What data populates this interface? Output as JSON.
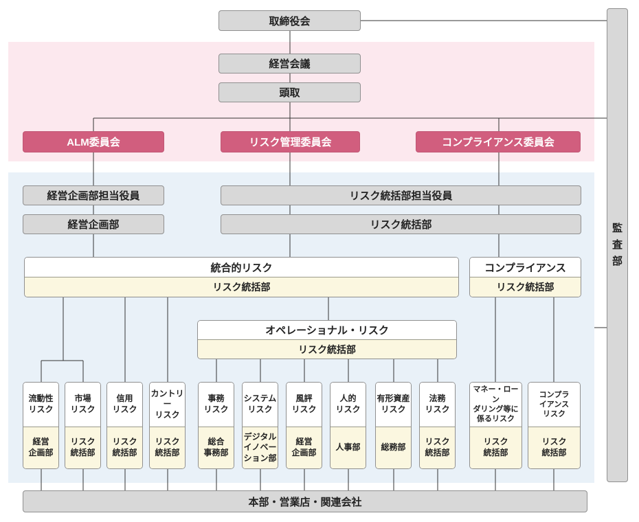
{
  "chart": {
    "board": "取締役会",
    "management_meeting": "経営会議",
    "president": "頭取",
    "audit_dept": "監査部",
    "committees": [
      {
        "label": "ALM委員会"
      },
      {
        "label": "リスク管理委員会"
      },
      {
        "label": "コンプライアンス委員会"
      }
    ],
    "planning_officer": "経営企画部担当役員",
    "planning_dept": "経営企画部",
    "risk_officer": "リスク統括部担当役員",
    "risk_dept": "リスク統括部",
    "integrated_risk": {
      "title": "統合的リスク",
      "dept": "リスク統括部"
    },
    "compliance": {
      "title": "コンプライアンス",
      "dept": "リスク統括部"
    },
    "operational_risk": {
      "title": "オペレーショナル・リスク",
      "dept": "リスク統括部"
    },
    "risk_columns": [
      {
        "risk": "流動性\nリスク",
        "dept": "経営\n企画部"
      },
      {
        "risk": "市場\nリスク",
        "dept": "リスク\n統括部"
      },
      {
        "risk": "信用\nリスク",
        "dept": "リスク\n統括部"
      },
      {
        "risk": "カントリー\nリスク",
        "dept": "リスク\n統括部"
      },
      {
        "risk": "事務\nリスク",
        "dept": "総合\n事務部"
      },
      {
        "risk": "システム\nリスク",
        "dept": "デジタル\nイノベー\nション部"
      },
      {
        "risk": "風評\nリスク",
        "dept": "経営\n企画部"
      },
      {
        "risk": "人的\nリスク",
        "dept": "人事部"
      },
      {
        "risk": "有形資産\nリスク",
        "dept": "総務部"
      },
      {
        "risk": "法務\nリスク",
        "dept": "リスク\n統括部"
      },
      {
        "risk": "マネー・ローン\nダリング等に\n係るリスク",
        "dept": "リスク\n統括部"
      },
      {
        "risk": "コンプラ\nイアンス\nリスク",
        "dept": "リスク\n統括部"
      }
    ],
    "bottom": "本部・営業店・関連会社",
    "colors": {
      "committee_fill": "#d15e7e",
      "pink_background": "#fce8ee",
      "blue_background": "#e9f1f8",
      "cream_fill": "#fbf7e0",
      "gray_fill": "#d8d8d8",
      "line": "#333333"
    }
  }
}
